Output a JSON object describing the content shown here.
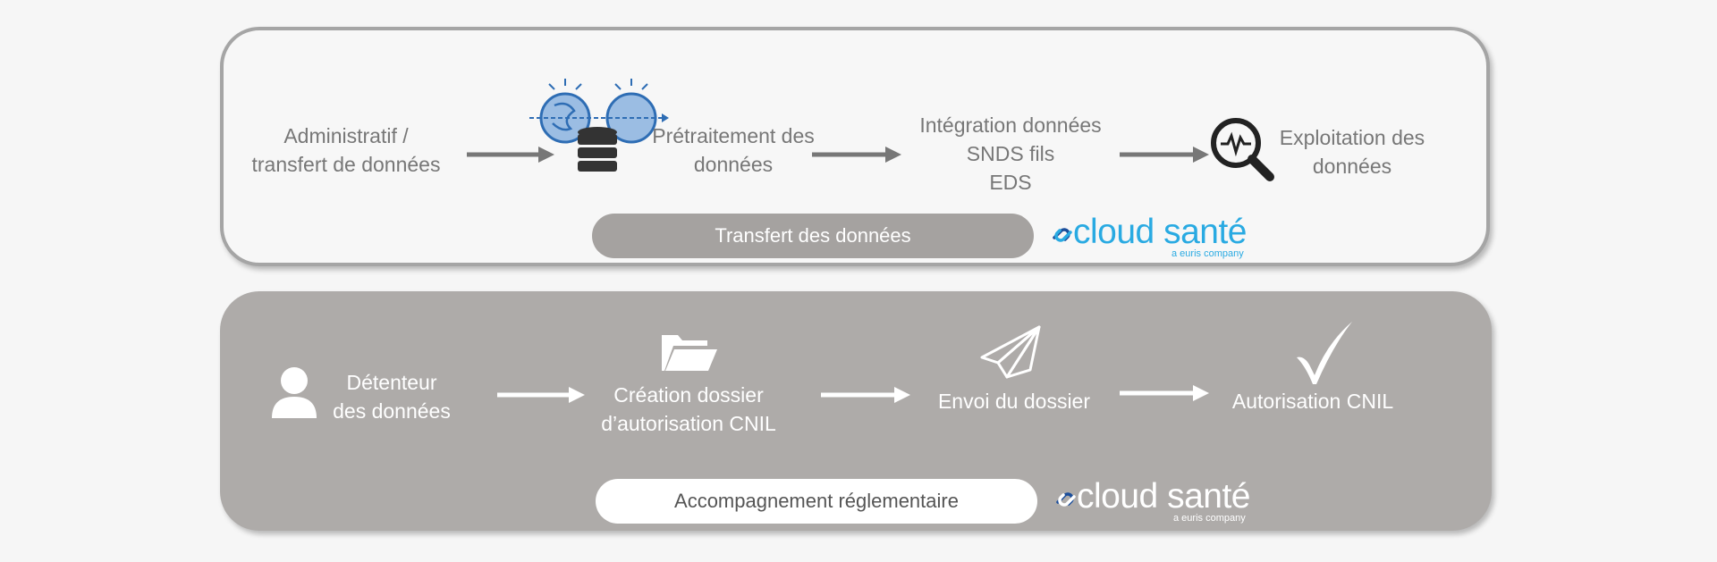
{
  "top_section": {
    "steps": [
      "Administratif /\ntransfert de données",
      "Prétraitement des\ndonnées",
      "Intégration données\nSNDS fils\nEDS",
      "Exploitation des\ndonnées"
    ],
    "pill_label": "Transfert des données",
    "logo": {
      "name": "cloud santé",
      "tagline": "a euris company",
      "color": "#29aae2"
    }
  },
  "bottom_section": {
    "steps": [
      "Détenteur\ndes données",
      "Création dossier\nd’autorisation CNIL",
      "Envoi du dossier",
      "Autorisation CNIL"
    ],
    "pill_label": "Accompagnement réglementaire",
    "logo": {
      "name": "cloud santé",
      "tagline": "a euris company",
      "color": "#ffffff"
    }
  },
  "icons": [
    "database-process-icon",
    "analytics-magnifier-icon",
    "person-icon",
    "folder-icon",
    "paper-plane-icon",
    "checkmark-icon",
    "arrow-icon"
  ],
  "colors": {
    "panel_border": "#a5a5a5",
    "panel_fill_bottom": "#aeaba9",
    "arrow_top": "#777777",
    "arrow_bottom": "#ffffff",
    "icon_blue": "#2e6db4"
  }
}
